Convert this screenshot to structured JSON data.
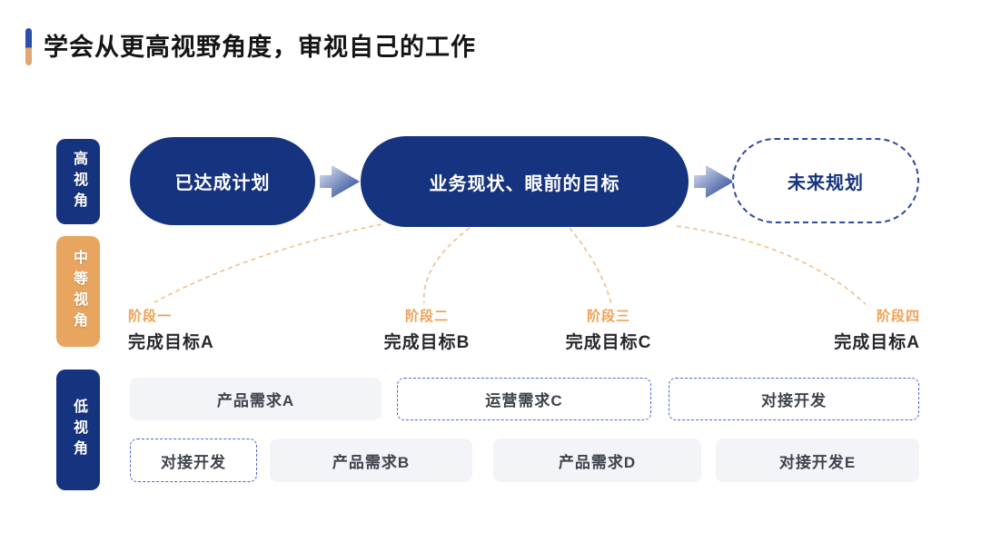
{
  "title": "学会从更高视野角度，审视自己的工作",
  "colors": {
    "navy": "#16337F",
    "sidebar_orange": "#E8A55F",
    "stage_orange": "#F0A052",
    "dashed_box_blue": "#4967D2",
    "dashed_pill_blue": "#2B4A9E",
    "task_gray_bg": "#F2F4F8",
    "curve_orange": "#F0BE8C"
  },
  "perspectives": {
    "high": {
      "label": "高视角"
    },
    "mid": {
      "label": "中等视角"
    },
    "low": {
      "label": "低视角"
    }
  },
  "high_level": {
    "pills": [
      {
        "label": "已达成计划",
        "style": "solid"
      },
      {
        "label": "业务现状、眼前的目标",
        "style": "solid"
      },
      {
        "label": "未来规划",
        "style": "dashed"
      }
    ]
  },
  "mid_level": {
    "stages": [
      {
        "stage": "阶段一",
        "goal": "完成目标A"
      },
      {
        "stage": "阶段二",
        "goal": "完成目标B"
      },
      {
        "stage": "阶段三",
        "goal": "完成目标C"
      },
      {
        "stage": "阶段四",
        "goal": "完成目标A"
      }
    ]
  },
  "low_level": {
    "row1": [
      {
        "label": "产品需求A",
        "style": "solid"
      },
      {
        "label": "运营需求C",
        "style": "dashed"
      },
      {
        "label": "对接开发",
        "style": "dashed"
      }
    ],
    "row2": [
      {
        "label": "对接开发",
        "style": "dashed"
      },
      {
        "label": "产品需求B",
        "style": "solid"
      },
      {
        "label": "产品需求D",
        "style": "solid"
      },
      {
        "label": "对接开发E",
        "style": "solid"
      }
    ]
  }
}
